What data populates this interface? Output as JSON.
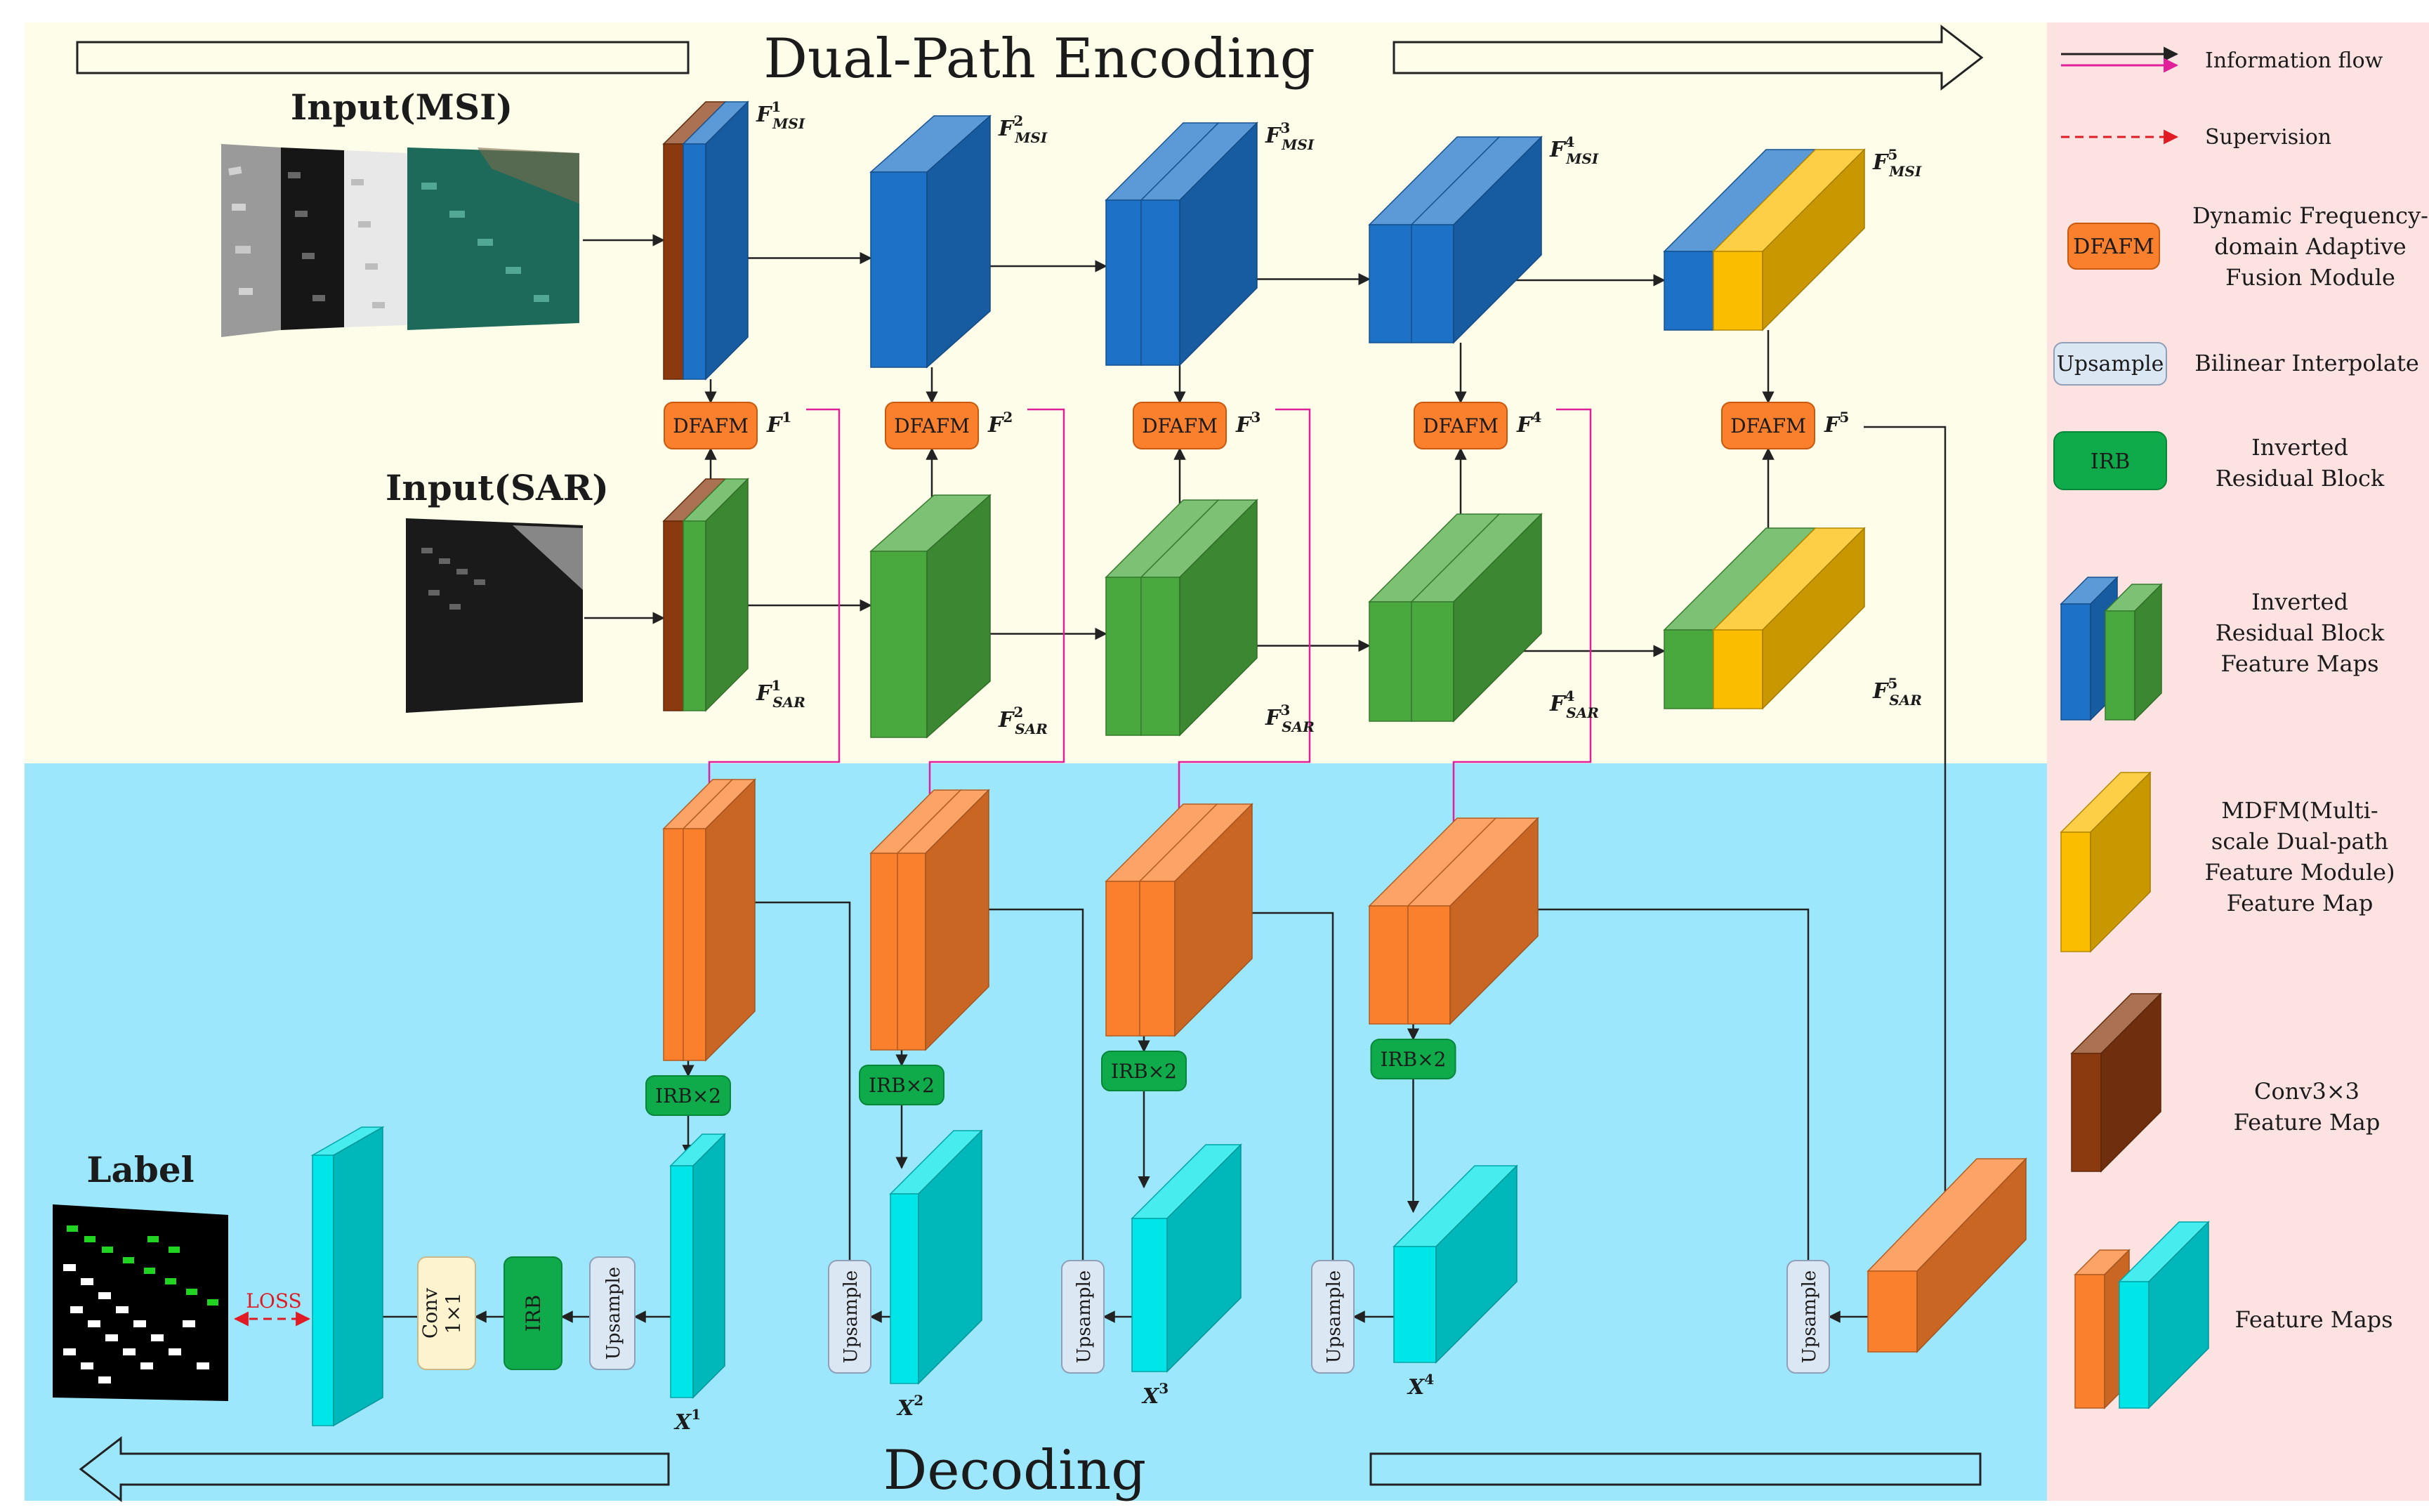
{
  "diagram": {
    "title_top": "Dual-Path Encoding",
    "title_bottom": "Decoding",
    "input_msi": "Input(MSI)",
    "input_sar": "Input(SAR)",
    "label": "Label",
    "loss": "LOSS",
    "dfafm_label": "DFAFM",
    "irb2_label": "IRB×2",
    "upsample_label": "Upsample",
    "conv_label": "Conv",
    "conv_size": "1×1",
    "irb_label": "IRB",
    "fusion_letter": "F",
    "decoder_letter": "X",
    "stages": [
      {
        "sup": "1",
        "msi_sub": "MSI",
        "sar_sub": "SAR"
      },
      {
        "sup": "2",
        "msi_sub": "MSI",
        "sar_sub": "SAR"
      },
      {
        "sup": "3",
        "msi_sub": "MSI",
        "sar_sub": "SAR"
      },
      {
        "sup": "4",
        "msi_sub": "MSI",
        "sar_sub": "SAR"
      },
      {
        "sup": "5",
        "msi_sub": "MSI",
        "sar_sub": "SAR"
      }
    ],
    "decoder_sups": [
      "1",
      "2",
      "3",
      "4"
    ]
  },
  "legend": {
    "info_flow": "Information flow",
    "supervision": "Supervision",
    "dfafm_box": "DFAFM",
    "dfafm_lines": [
      "Dynamic Frequency-",
      "domain Adaptive",
      "Fusion Module"
    ],
    "upsample_box": "Upsample",
    "upsample_desc": "Bilinear Interpolate",
    "irb_box": "IRB",
    "irb_lines": [
      "Inverted",
      "Residual Block"
    ],
    "irb_fm_lines": [
      "Inverted",
      "Residual Block",
      "Feature Maps"
    ],
    "mdfm_lines": [
      "MDFM(Multi-",
      "scale Dual-path",
      "Feature Module)",
      "Feature Map"
    ],
    "conv_lines": [
      "Conv3×3",
      "Feature Map"
    ],
    "fm_label": "Feature Maps"
  },
  "colors": {
    "encoder_bg": "#fefde9",
    "decoder_bg": "#9de7fd",
    "legend_bg": "#fde2e2",
    "msi_blue": "#1d72c8",
    "sar_green": "#4aa93e",
    "mdfm_yellow": "#fbbd00",
    "conv_brown": "#8b3a10",
    "decoder_orange": "#fb802d",
    "decoder_cyan": "#00e5e8",
    "dfafm_orange": "#fb802d",
    "irb_green": "#0faa4a",
    "upsample_box": "#dce7f4",
    "conv_box": "#fdf3cf",
    "flow_magenta": "#e0209a",
    "supervision_red": "#e01b24"
  }
}
